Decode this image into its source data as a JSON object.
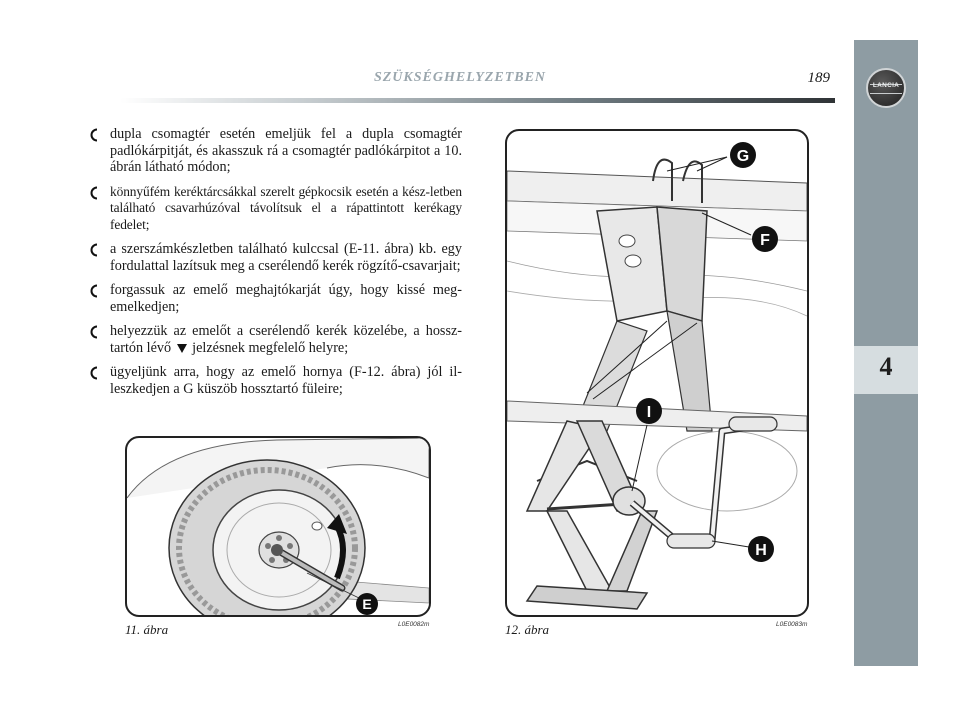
{
  "header": {
    "title": "SZÜKSÉGHELYZETBEN",
    "page_number": "189"
  },
  "side_tab": {
    "logo_text": "LANCIA",
    "chapter": "4"
  },
  "bullets": [
    {
      "lines": [
        "dupla csomagtér esetén emeljük fel a dupla csomagtér padlókárpitját, és akasszuk rá a csomagtér padlókárpitot a 10. ábrán látható módon;"
      ]
    },
    {
      "lines": [
        "könnyűfém keréktárcsákkal szerelt gépkocsik esetén a kész-letben található csavarhúzóval távolítsuk el a rápattintott kerékagy fedelet;"
      ]
    },
    {
      "lines": [
        "a szerszámkészletben található kulccsal (E-11. ábra) kb. egy fordulattal lazítsuk meg a cserélendő kerék rögzítő-csavarjait;"
      ]
    },
    {
      "lines": [
        "forgassuk az emelő meghajtókarját úgy, hogy kissé meg-emelkedjen;"
      ]
    },
    {
      "before": "helyezzük az emelőt a cserélendő kerék közelébe, a hossz-tartón lévő",
      "after": "jelzésnek megfelelő helyre;"
    },
    {
      "lines": [
        "ügyeljünk arra, hogy az emelő hornya (F-12. ábra) jól il-leszkedjen a G küszöb hossztartó füleire;"
      ]
    }
  ],
  "figures": {
    "fig11": {
      "caption": "11. ábra",
      "code": "L0E0082m",
      "labels": {
        "E": "E"
      }
    },
    "fig12": {
      "caption": "12. ábra",
      "code": "L0E0083m",
      "labels": {
        "G": "G",
        "F": "F",
        "I": "I",
        "H": "H"
      }
    }
  },
  "colors": {
    "tab": "#8e9ca3",
    "tab_band": "#d6dde0",
    "header_title": "#9aa6ad"
  }
}
